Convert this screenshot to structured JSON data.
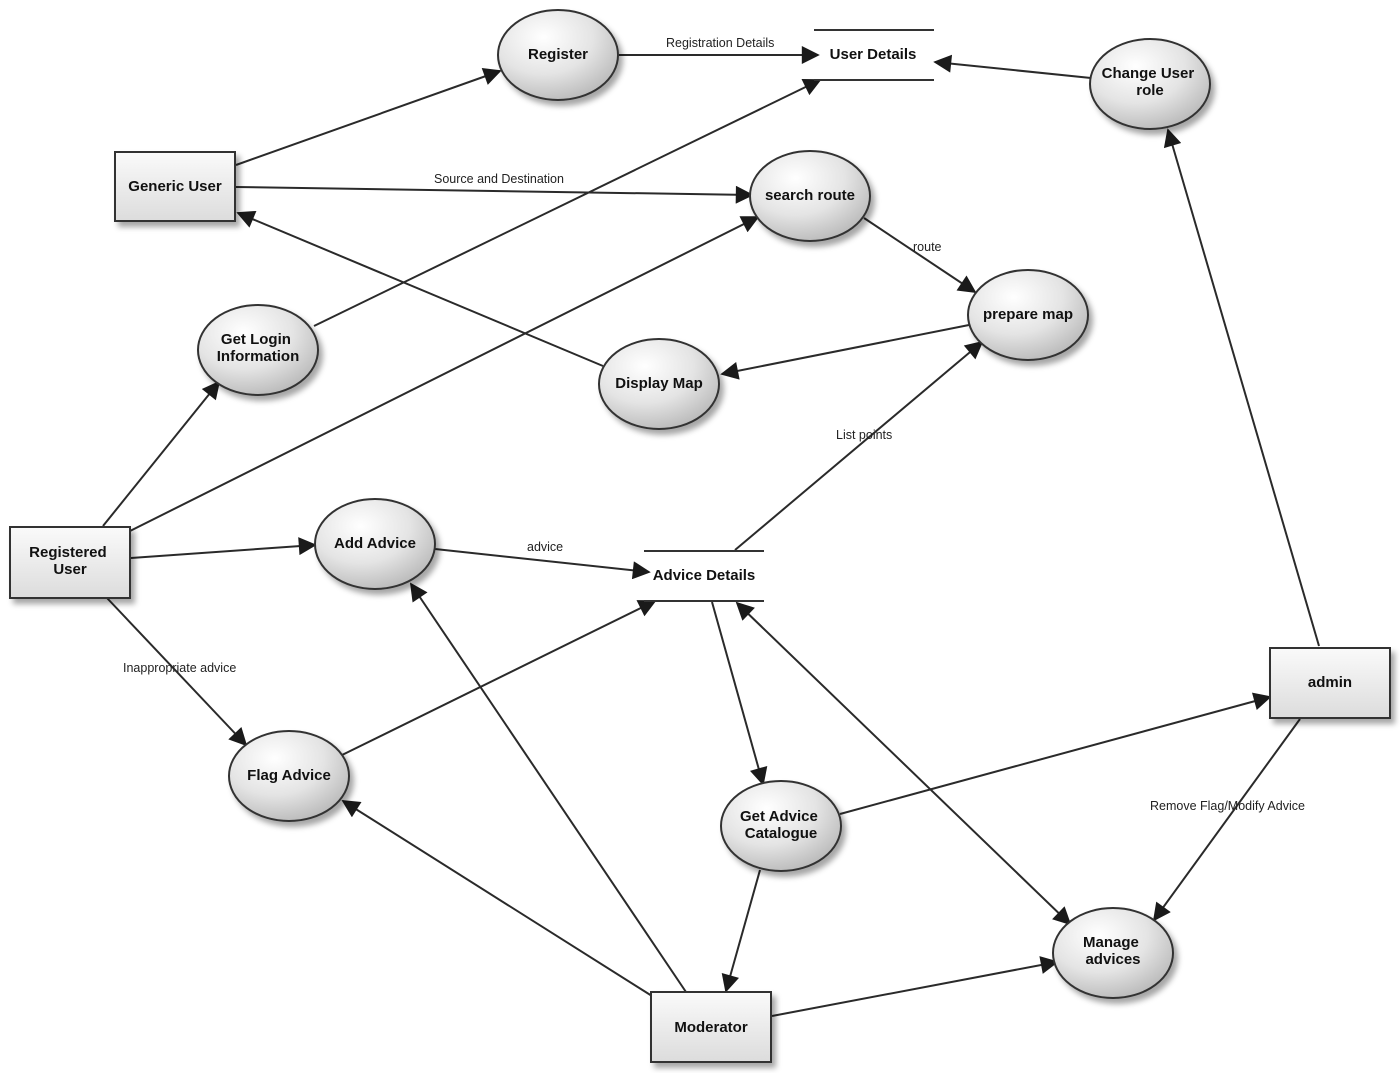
{
  "entities": {
    "generic_user": "Generic User",
    "registered_user": [
      "Registered",
      "User"
    ],
    "admin": "admin",
    "moderator": "Moderator"
  },
  "processes": {
    "register": "Register",
    "search_route": "search route",
    "prepare_map": "prepare map",
    "display_map": "Display Map",
    "get_login": [
      "Get Login",
      "Information"
    ],
    "add_advice": "Add Advice",
    "flag_advice": "Flag Advice",
    "get_catalogue": [
      "Get Advice",
      "Catalogue"
    ],
    "manage_advices": [
      "Manage",
      "advices"
    ],
    "change_role": [
      "Change User",
      "role"
    ]
  },
  "stores": {
    "user_details": "User Details",
    "advice_details": "Advice Details"
  },
  "edge_labels": {
    "registration_details": "Registration Details",
    "source_destination": "Source and Destination",
    "route": "route",
    "list_points": "List points",
    "advice": "advice",
    "inappropriate_advice": "Inappropriate advice",
    "remove_flag": "Remove Flag/Modify Advice"
  }
}
